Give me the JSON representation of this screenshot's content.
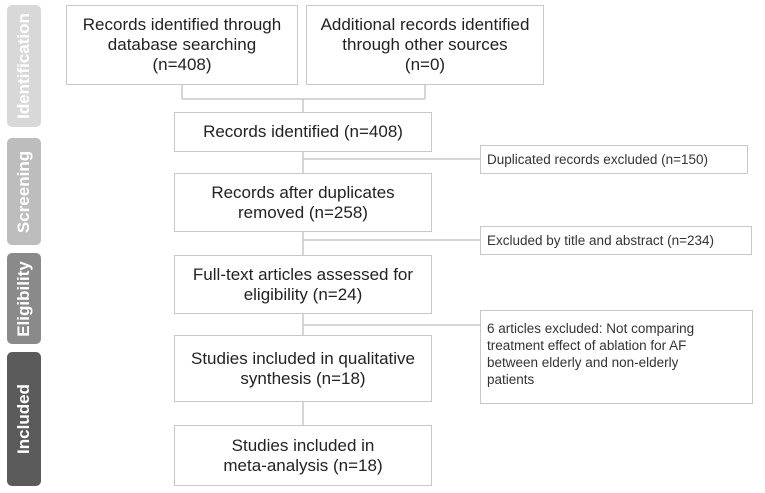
{
  "phases": {
    "identification": "Identification",
    "screening": "Screening",
    "eligibility": "Eligibility",
    "included": "Included"
  },
  "boxes": {
    "database_searching": "Records identified through\ndatabase searching\n(n=408)",
    "other_sources": "Additional records identified\nthrough other sources\n(n=0)",
    "records_identified": "Records identified (n=408)",
    "after_duplicates": "Records after duplicates\nremoved (n=258)",
    "full_text_assessed": "Full-text articles assessed for\neligibility (n=24)",
    "qualitative_synthesis": "Studies included in qualitative\nsynthesis (n=18)",
    "meta_analysis": "Studies included in\nmeta-analysis (n=18)"
  },
  "exclusions": {
    "duplicates": "Duplicated records excluded (n=150)",
    "title_abstract": "Excluded by title and abstract (n=234)",
    "full_text": "6 articles excluded: Not comparing\n   treatment effect of ablation for AF\n   between elderly and non-elderly\n   patients"
  },
  "colors": {
    "identification": "#d8d8d8",
    "screening": "#bdbdbd",
    "eligibility": "#8a8a8a",
    "included": "#5b5b5b",
    "lines": "#c8c8c8"
  }
}
